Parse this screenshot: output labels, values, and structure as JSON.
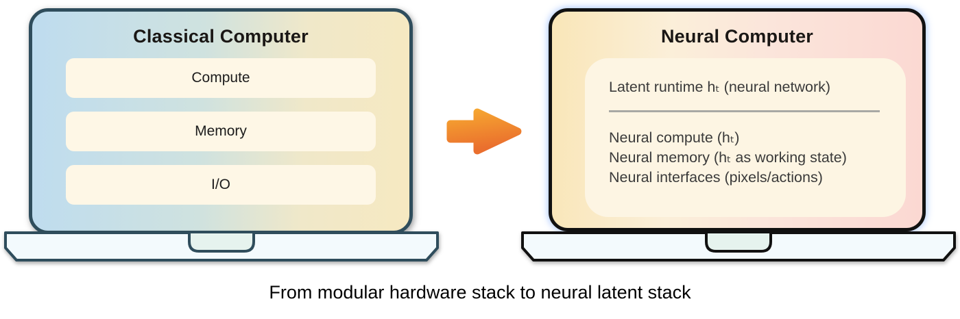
{
  "diagram": {
    "caption": "From modular hardware stack to neural latent stack",
    "left_laptop": {
      "title": "Classical Computer",
      "boxes": [
        {
          "label": "Compute"
        },
        {
          "label": "Memory"
        },
        {
          "label": "I/O"
        }
      ]
    },
    "right_laptop": {
      "title": "Neural Computer",
      "panel": {
        "runtime_line": "Latent runtime hₜ (neural network)",
        "lines": [
          "Neural compute (hₜ)",
          "Neural memory (hₜ as working state)",
          "Neural interfaces (pixels/actions)"
        ]
      }
    },
    "icons": {
      "arrow": "right-arrow-icon"
    },
    "colors": {
      "left_border": "#2F4D5C",
      "left_screen_gradient": [
        "#BEDCEF",
        "#F6E9C1"
      ],
      "right_border": "#111111",
      "right_screen_gradient": [
        "#F9E6B8",
        "#FBD8D2"
      ],
      "box_fill": "#FEF7E6",
      "panel_fill": "#FDF5E3",
      "base_fill": "#F3FAFD",
      "notch_fill": "#E6F3EE",
      "divider": "#A8A8A4",
      "arrow_gradient": [
        "#F7A62F",
        "#EB6E2E"
      ]
    }
  }
}
